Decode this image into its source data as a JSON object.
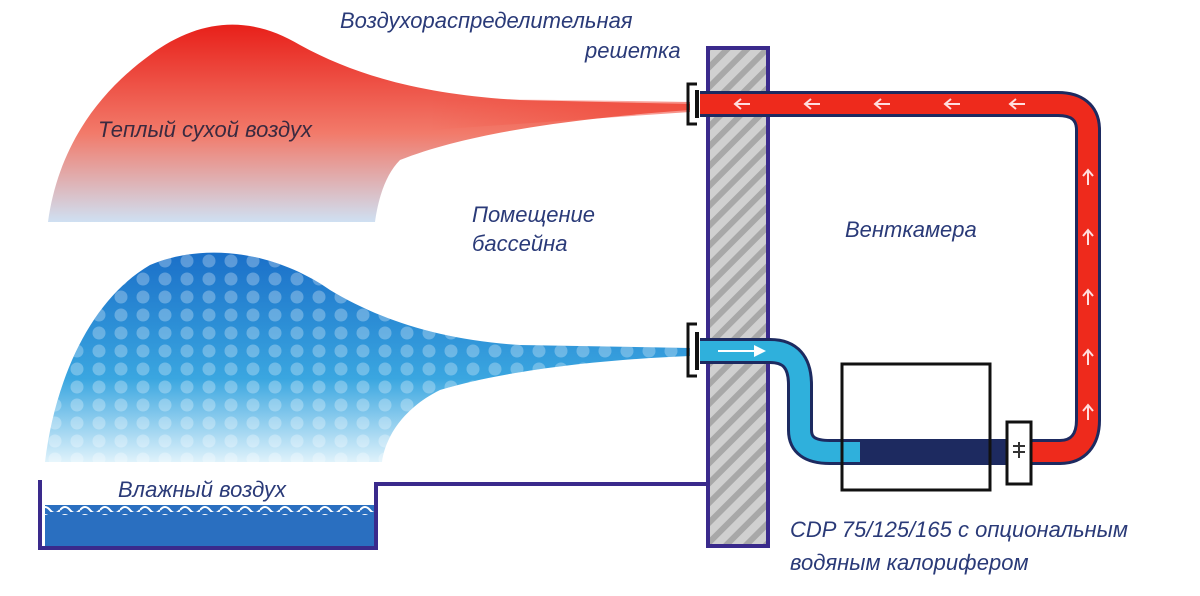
{
  "labels": {
    "grille_line1": "Воздухораспределительная",
    "grille_line2": "решетка",
    "warm_dry_air": "Теплый сухой воздух",
    "pool_room_line1": "Помещение",
    "pool_room_line2": "бассейна",
    "vent_chamber": "Венткамера",
    "humid_air": "Влажный воздух",
    "unit_line1": "CDP 75/125/165 с опциональным",
    "unit_line2": "водяным калорифером"
  },
  "colors": {
    "warm_air": "#e8201a",
    "humid_air": "#1a7fd0",
    "wall_outline": "#3a2a8c",
    "water": "#2a6fc0"
  },
  "icons": {
    "flow_arrow": "arrow-icon",
    "grille": "grille-icon"
  }
}
